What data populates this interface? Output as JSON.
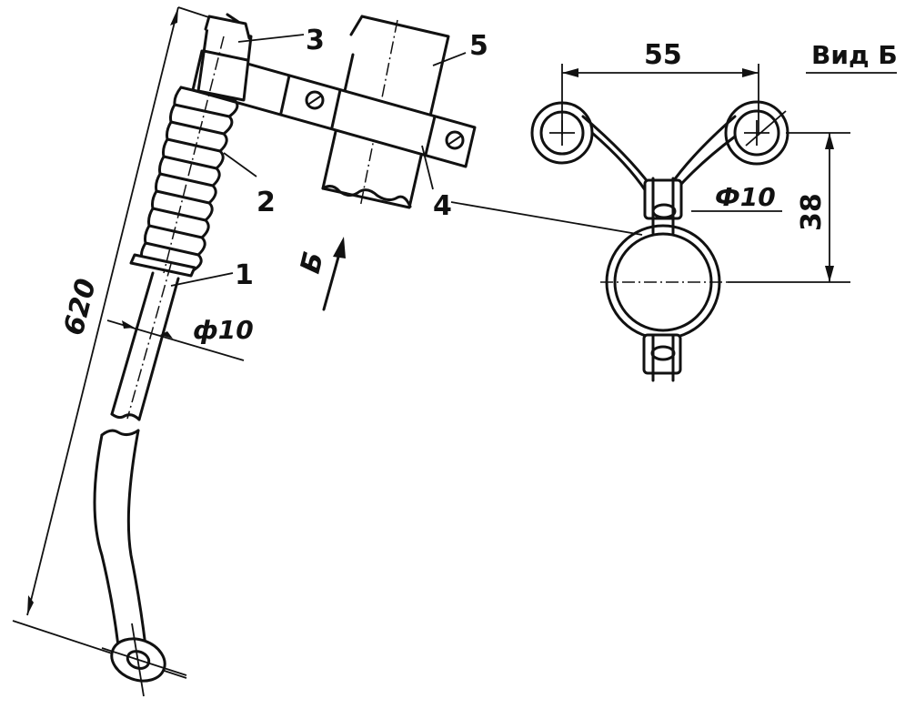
{
  "labels": {
    "callout_1": "1",
    "callout_2": "2",
    "callout_3": "3",
    "callout_4": "4",
    "callout_5": "5",
    "dim_length": "620",
    "dim_rod_diameter": "ф10",
    "dim_width": "55",
    "dim_height": "38",
    "dim_loop_diameter": "Ф10",
    "view_arrow": "Б",
    "view_title": "Вид Б"
  }
}
